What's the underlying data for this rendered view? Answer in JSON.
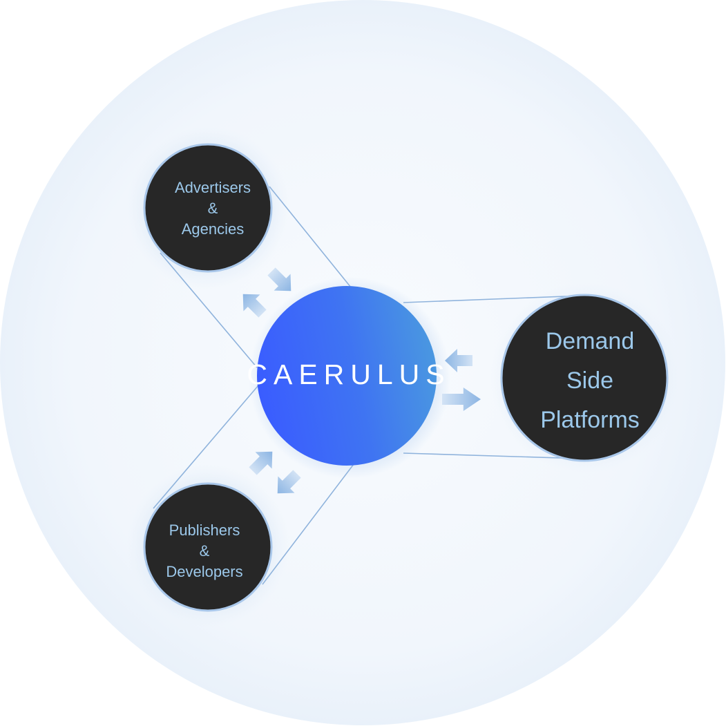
{
  "hub": {
    "logo_text": "CAERULUS"
  },
  "nodes": {
    "advertisers": {
      "lines": [
        "Advertisers",
        "&",
        "Agencies"
      ]
    },
    "publishers": {
      "lines": [
        "Publishers",
        "&",
        "Developers"
      ]
    },
    "dsp": {
      "lines": [
        "Demand",
        "Side",
        "Platforms"
      ]
    }
  },
  "colors": {
    "background_disc": "#f1f6fc",
    "node_fill": "#272727",
    "node_text": "#9cc8ea",
    "hub_gradient_start": "#3a5cff",
    "hub_gradient_end": "#4a98e0",
    "connector_line": "#8fb3dc",
    "arrow": "#8cb5e3"
  },
  "icons": {
    "flow_arrows": "double-arrow-icon"
  }
}
